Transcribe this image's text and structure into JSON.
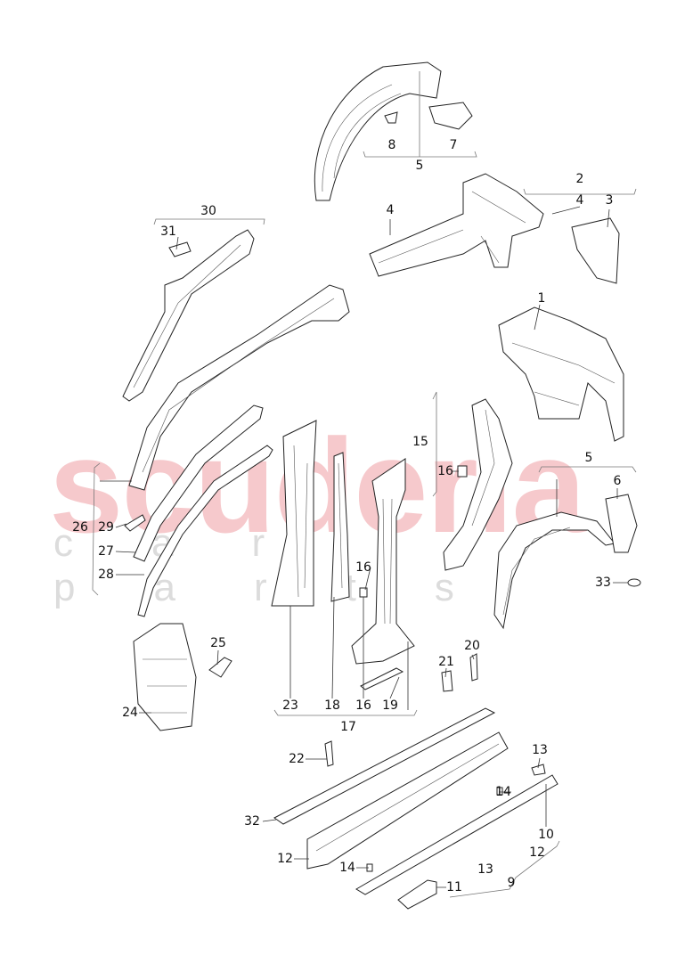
{
  "watermark": {
    "brand": "scuderia",
    "sub": "car parts"
  },
  "callouts": [
    "5",
    "8",
    "7",
    "2",
    "4",
    "3",
    "4",
    "30",
    "31",
    "1",
    "15",
    "16",
    "5",
    "6",
    "26",
    "29",
    "27",
    "28",
    "16",
    "33",
    "25",
    "20",
    "21",
    "24",
    "23",
    "18",
    "16",
    "19",
    "17",
    "22",
    "13",
    "14",
    "32",
    "10",
    "12",
    "12",
    "14",
    "13",
    "9",
    "11"
  ]
}
